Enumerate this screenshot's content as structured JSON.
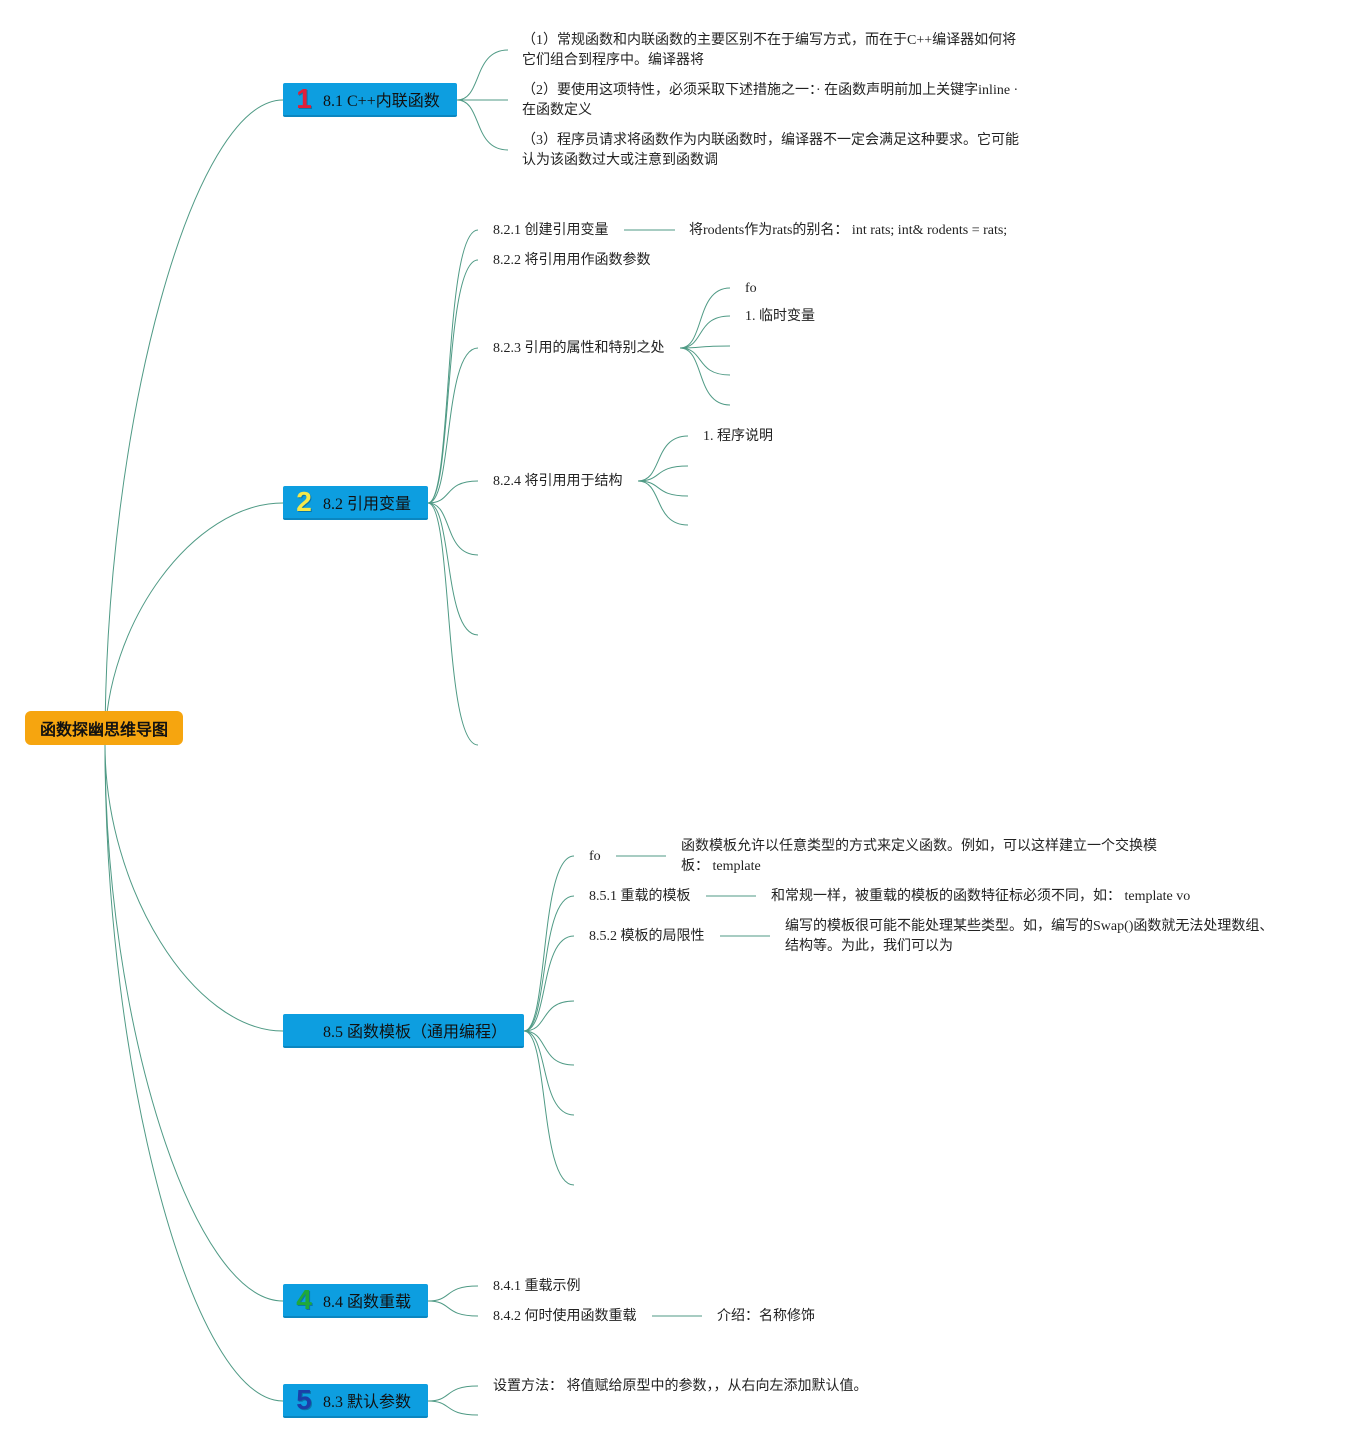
{
  "root": {
    "title": "函数探幽思维导图"
  },
  "topics": [
    {
      "number": "1",
      "number_color": "#e0203a",
      "label": "8.1 C++内联函数",
      "items": [
        {
          "text": "（1）常规函数和内联函数的主要区别不在于编写方式，而在于C++编译器如何将它们组合到程序中。编译器将"
        },
        {
          "text": "（2）要使用这项特性，必须采取下述措施之一：· 在函数声明前加上关键字inline · 在函数定义"
        },
        {
          "text": "（3）程序员请求将函数作为内联函数时，编译器不一定会满足这种要求。它可能认为该函数过大或注意到函数调"
        }
      ]
    },
    {
      "number": "2",
      "number_color": "#f4e84a",
      "label": "8.2 引用变量",
      "items": [
        {
          "text": "8.2.1 创建引用变量",
          "detail": "将rodents作为rats的别名： int rats; int& rodents = rats;"
        },
        {
          "text": "8.2.2 将引用用作函数参数"
        },
        {
          "text": "8.2.3 引用的属性和特别之处",
          "children": [
            "fo",
            "1. 临时变量"
          ]
        },
        {
          "text": "8.2.4 将引用用于结构",
          "children": [
            "1. 程序说明"
          ]
        }
      ]
    },
    {
      "number": "",
      "number_color": "#0d9ee0",
      "label": "8.5 函数模板（通用编程）",
      "items": [
        {
          "text": "fo",
          "detail": "函数模板允许以任意类型的方式来定义函数。例如，可以这样建立一个交换模板： template"
        },
        {
          "text": "8.5.1 重载的模板",
          "detail": "和常规一样，被重载的模板的函数特征标必须不同，如： template vo"
        },
        {
          "text": "8.5.2 模板的局限性",
          "detail": "编写的模板很可能不能处理某些类型。如，编写的Swap()函数就无法处理数组、结构等。为此，我们可以为"
        }
      ]
    },
    {
      "number": "4",
      "number_color": "#1fa83a",
      "label": "8.4 函数重载",
      "items": [
        {
          "text": "8.4.1 重载示例"
        },
        {
          "text": "8.4.2 何时使用函数重载",
          "detail": "介绍：名称修饰"
        }
      ]
    },
    {
      "number": "5",
      "number_color": "#1b3fa8",
      "label": "8.3 默认参数",
      "items": [
        {
          "text": "设置方法： 将值赋给原型中的参数，，从右向左添加默认值。"
        }
      ]
    }
  ]
}
